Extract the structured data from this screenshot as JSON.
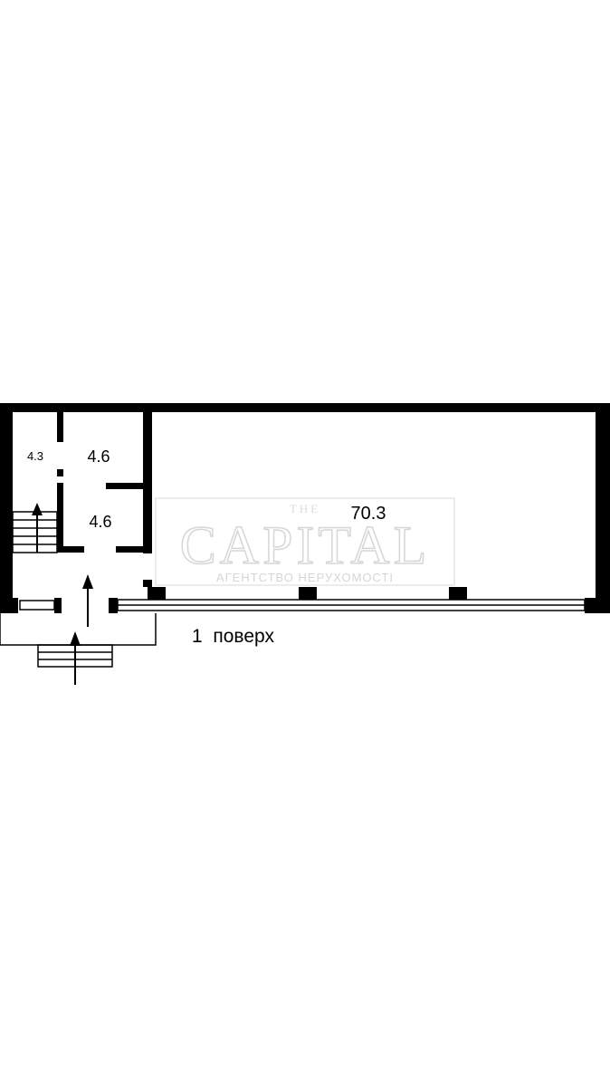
{
  "floor_label": "1  поверх",
  "rooms": [
    {
      "id": "stair",
      "area": "4.3"
    },
    {
      "id": "upper-small",
      "area": "4.6"
    },
    {
      "id": "lower-small",
      "area": "4.6"
    },
    {
      "id": "main-hall",
      "area": "70.3"
    }
  ],
  "watermark": {
    "top": "THE",
    "brand": "CAPITAL",
    "tagline": "АГЕНТСТВО НЕРУХОМОСТІ"
  },
  "colors": {
    "wall": "#000000",
    "background": "#ffffff",
    "watermark": "#d9d9d9"
  }
}
